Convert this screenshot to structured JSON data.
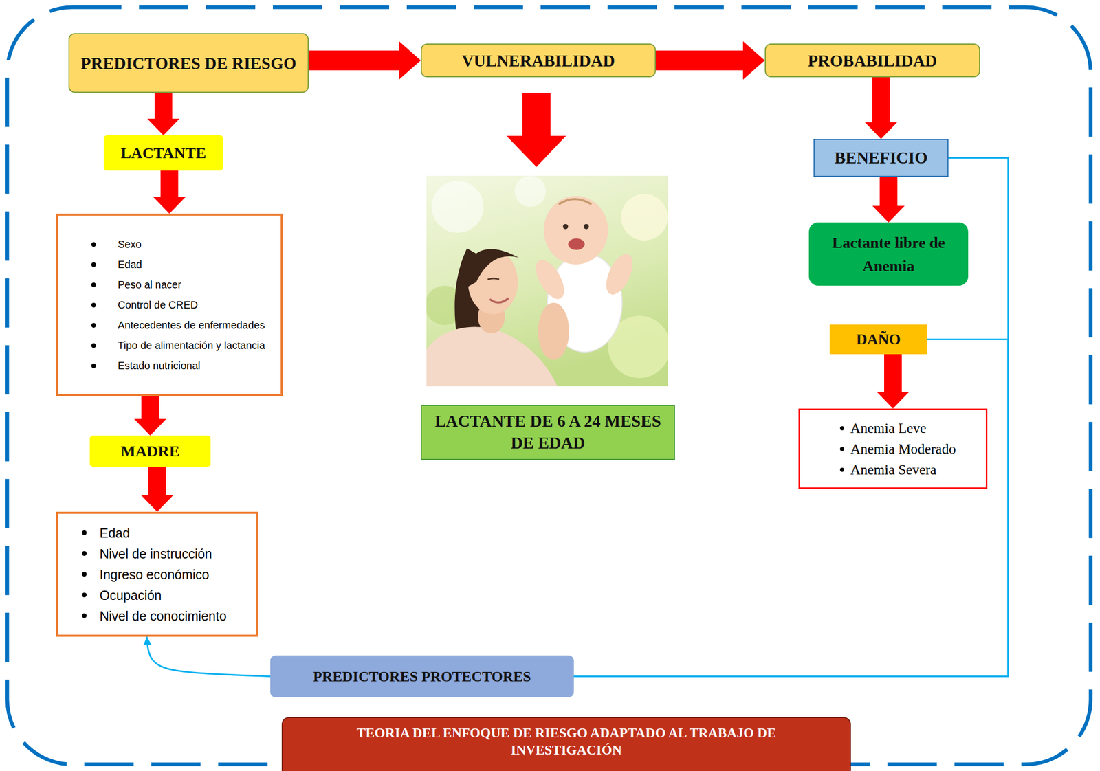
{
  "diagram": {
    "caption": "TEORIA DEL ENFOQUE DE RIESGO ADAPTADO AL TRABAJO DE INVESTIGACIÓN",
    "nodes": [
      {
        "text": [
          "PREDICTORES DE RIESGO"
        ]
      },
      {
        "text": [
          "VULNERABILIDAD"
        ]
      },
      {
        "text": [
          "PROBABILIDAD"
        ]
      },
      {
        "text": [
          "LACTANTE"
        ]
      },
      {
        "text": [
          "Sexo",
          "Edad",
          "Peso al nacer",
          "Control de CRED",
          "Antecedentes de enfermedades",
          "Tipo de alimentación y lactancia",
          "Estado nutricional"
        ]
      },
      {
        "text": [
          "MADRE"
        ]
      },
      {
        "text": [
          "Edad",
          "Nivel de instrucción",
          "Ingreso económico",
          "Ocupación",
          "Nivel de conocimiento"
        ]
      },
      {
        "text": [
          "LACTANTE DE 6 A 24 MESES DE EDAD"
        ]
      },
      {
        "text": [
          "BENEFICIO"
        ]
      },
      {
        "text": [
          "Lactante libre de Anemia"
        ]
      },
      {
        "text": [
          "DAÑO"
        ]
      },
      {
        "text": [
          "Anemia Leve",
          "Anemia Moderado",
          "Anemia Severa"
        ]
      },
      {
        "text": [
          "PREDICTORES PROTECTORES"
        ]
      }
    ],
    "edges": [
      {
        "from": 0,
        "to": 1,
        "arrow": "to"
      },
      {
        "from": 1,
        "to": 2,
        "arrow": "to"
      },
      {
        "from": 0,
        "to": 3,
        "arrow": "to"
      },
      {
        "from": 3,
        "to": 4,
        "arrow": "to"
      },
      {
        "from": 4,
        "to": 5,
        "arrow": "to"
      },
      {
        "from": 5,
        "to": 6,
        "arrow": "to"
      },
      {
        "from": 2,
        "to": 8,
        "arrow": "to"
      },
      {
        "from": 8,
        "to": 9,
        "arrow": "to"
      },
      {
        "from": 10,
        "to": 11,
        "arrow": "to"
      },
      {
        "from": 8,
        "to": 12,
        "arrow": "none"
      },
      {
        "from": 10,
        "to": 12,
        "arrow": "none"
      },
      {
        "from": 12,
        "to": 6,
        "arrow": "to"
      }
    ]
  }
}
